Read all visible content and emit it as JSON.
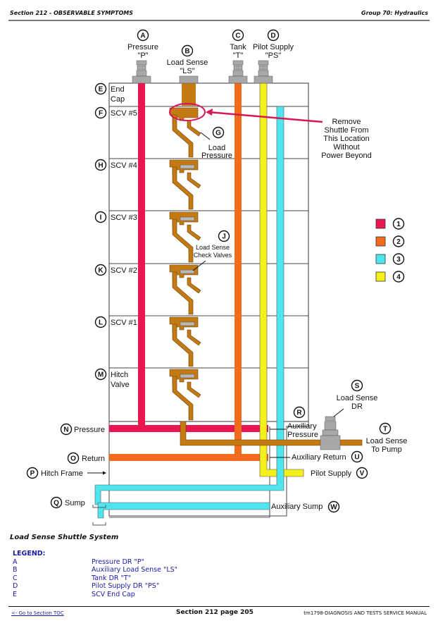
{
  "header": {
    "section": "Section 212 - OBSERVABLE SYMPTOMS",
    "group": "Group 70: Hydraulics"
  },
  "colors": {
    "pressure": "#e8174f",
    "return": "#f26a1b",
    "sump": "#4ee6ee",
    "pilot": "#f5ef1a",
    "load_sense": "#c47a12",
    "fitting": "#a8a8a8",
    "highlight": "#d6185a"
  },
  "diagram": {
    "ports": [
      {
        "letter": "A",
        "line1": "Pressure",
        "line2": "\"P\""
      },
      {
        "letter": "B",
        "line1": "Load Sense",
        "line2": "\"LS\""
      },
      {
        "letter": "C",
        "line1": "Tank",
        "line2": "\"T\""
      },
      {
        "letter": "D",
        "line1": "Pilot Supply",
        "line2": "\"PS\""
      }
    ],
    "sections": [
      {
        "letter": "E",
        "line1": "End",
        "line2": "Cap"
      },
      {
        "letter": "F",
        "line1": "SCV #5",
        "line2": ""
      },
      {
        "letter": "H",
        "line1": "SCV #4",
        "line2": ""
      },
      {
        "letter": "I",
        "line1": "SCV #3",
        "line2": ""
      },
      {
        "letter": "K",
        "line1": "SCV #2",
        "line2": ""
      },
      {
        "letter": "L",
        "line1": "SCV #1",
        "line2": ""
      },
      {
        "letter": "M",
        "line1": "Hitch",
        "line2": "Valve"
      }
    ],
    "callouts": {
      "G": {
        "letter": "G",
        "line1": "Load",
        "line2": "Pressure"
      },
      "J": {
        "letter": "J",
        "line1": "Load Sense",
        "line2": "Check Valves"
      },
      "R": {
        "letter": "R",
        "line1": "Auxiliary",
        "line2": "Pressure"
      },
      "S": {
        "letter": "S",
        "line1": "Load Sense",
        "line2": "DR"
      },
      "T": {
        "letter": "T",
        "line1": "Load Sense",
        "line2": "To Pump"
      },
      "U": {
        "letter": "U",
        "label": "Auxiliary Return"
      },
      "V": {
        "letter": "V",
        "label": "Pilot Supply"
      },
      "W": {
        "letter": "W",
        "label": "Auxiliary Sump"
      },
      "N": {
        "letter": "N",
        "label": "Pressure"
      },
      "O": {
        "letter": "O",
        "label": "Return"
      },
      "P": {
        "letter": "P",
        "label": "Hitch Frame"
      },
      "Q": {
        "letter": "Q",
        "label": "Sump"
      }
    },
    "note": [
      "Remove",
      "Shuttle From",
      "This Location",
      "Without",
      "Power Beyond"
    ],
    "color_key": [
      {
        "number": "1",
        "color": "#e8174f"
      },
      {
        "number": "2",
        "color": "#f26a1b"
      },
      {
        "number": "3",
        "color": "#4ee6ee"
      },
      {
        "number": "4",
        "color": "#f5ef1a"
      }
    ]
  },
  "caption": "Load Sense Shuttle System",
  "legend": {
    "title": "LEGEND:",
    "items": [
      {
        "key": "A",
        "value": "Pressure DR \"P\""
      },
      {
        "key": "B",
        "value": "Auxiliary Load Sense \"LS\""
      },
      {
        "key": "C",
        "value": "Tank DR \"T\""
      },
      {
        "key": "D",
        "value": "Pilot Supply DR \"PS\""
      },
      {
        "key": "E",
        "value": "SCV End Cap"
      }
    ]
  },
  "footer": {
    "toc_link": "<- Go to Section TOC",
    "page": "Section 212 page 205",
    "manual": "tm1798-DIAGNOSIS AND TESTS SERVICE MANUAL"
  }
}
